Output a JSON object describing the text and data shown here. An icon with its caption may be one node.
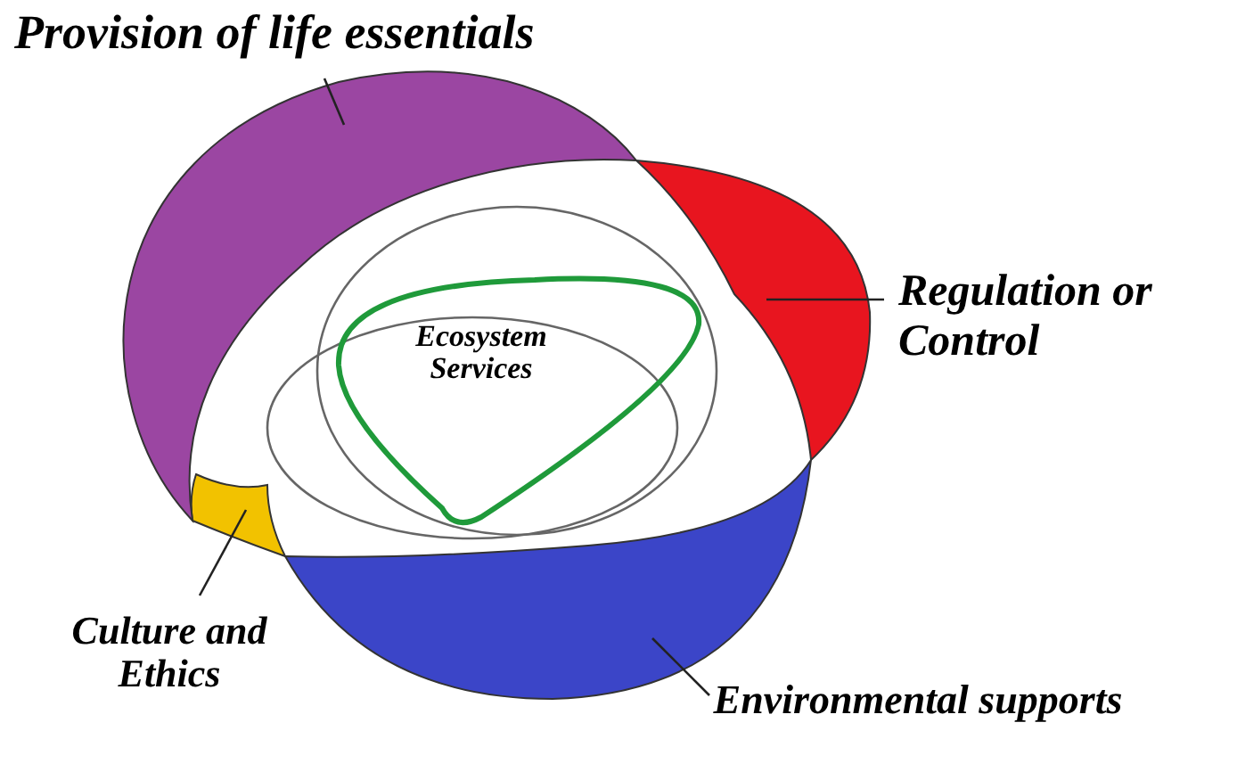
{
  "diagram": {
    "nodes": [
      {
        "text": [
          "Provision of life essentials"
        ]
      },
      {
        "text": [],
        "shape": "crescent"
      },
      {
        "text": [
          "Regulation or Control"
        ]
      },
      {
        "text": [],
        "shape": "crescent"
      },
      {
        "text": [
          "Culture and Ethics"
        ]
      },
      {
        "text": [],
        "shape": "crescent"
      },
      {
        "text": [
          "Environmental supports"
        ]
      },
      {
        "text": [],
        "shape": "crescent"
      },
      {
        "text": [
          "Ecosystem Services"
        ]
      }
    ],
    "edges": [
      {
        "from": 0,
        "to": 1,
        "arrow": "none"
      },
      {
        "from": 2,
        "to": 3,
        "arrow": "none"
      },
      {
        "from": 4,
        "to": 5,
        "arrow": "none"
      },
      {
        "from": 6,
        "to": 7,
        "arrow": "none"
      }
    ]
  }
}
